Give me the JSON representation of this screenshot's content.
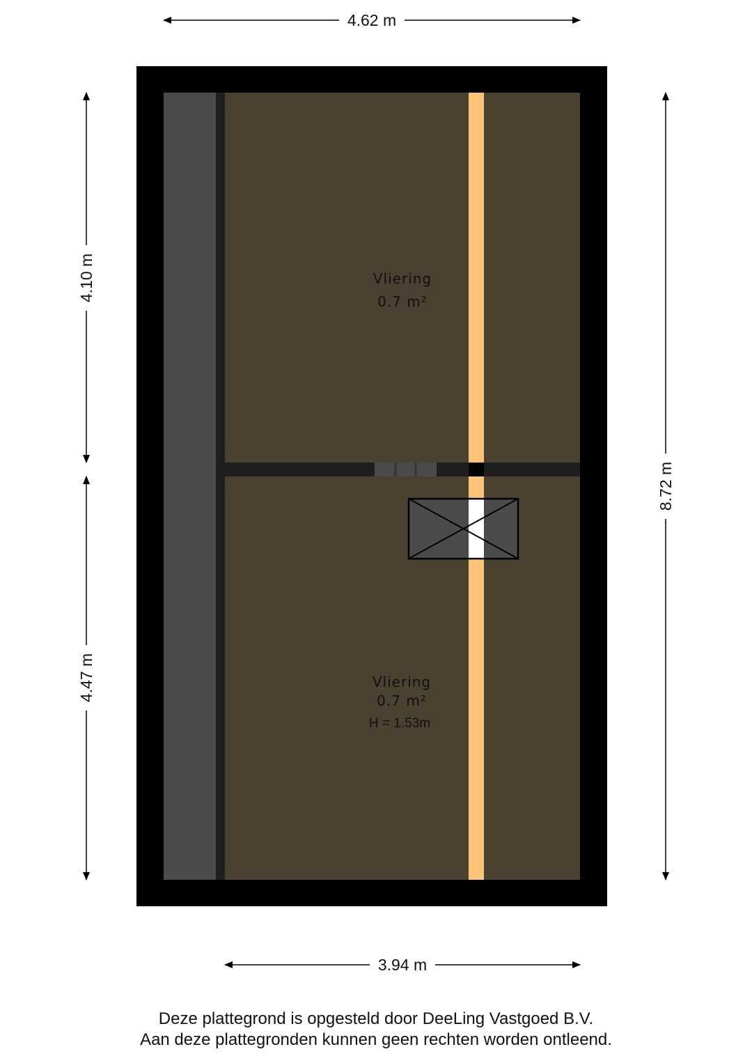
{
  "dimensions": {
    "top_width": "4.62 m",
    "bottom_width": "3.94 m",
    "left_upper": "4.10 m",
    "left_lower": "4.47 m",
    "right_total": "8.72 m"
  },
  "rooms": [
    {
      "name": "Vliering",
      "area": "0.7 m²"
    },
    {
      "name": "Vliering",
      "area": "0.7 m²",
      "height": "H = 1.53m"
    }
  ],
  "footer": {
    "line1": "Deze plattegrond is opgesteld door DeeLing Vastgoed B.V.",
    "line2": "Aan deze plattegronden kunnen geen rechten worden ontleend."
  },
  "colors": {
    "wall": "#000000",
    "floor": "#4a4131",
    "roof_slope": "#4b4b4b",
    "beam": "#fbc476",
    "hatch": "#4b4b4b"
  }
}
